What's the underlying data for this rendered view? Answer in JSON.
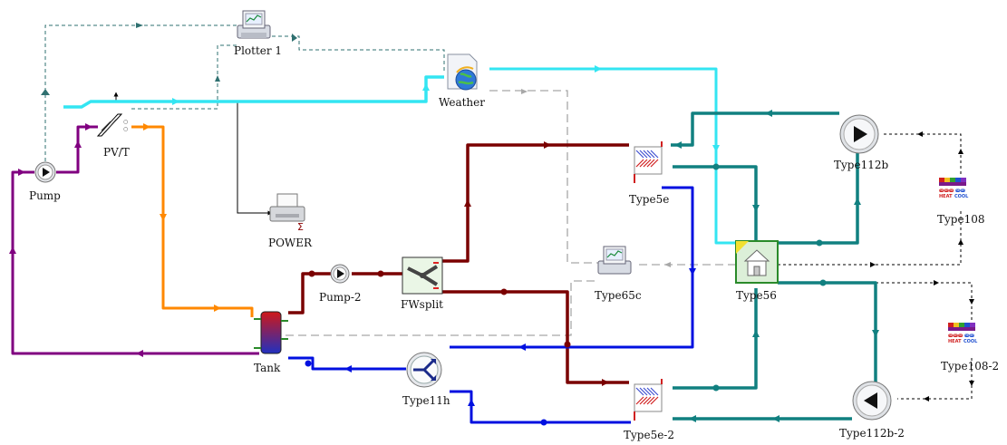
{
  "colors": {
    "pvt_loop": "#800080",
    "hot_supply": "#ff8800",
    "weather_bus": "#33e5f2",
    "dhw_hot": "#7a0000",
    "return_cold": "#0010e0",
    "zone_loop": "#118080",
    "signal": "#2f7070",
    "signal_black": "#000000",
    "signal_grey": "#a8a8a8"
  },
  "components": {
    "plotter1": {
      "label": "Plotter 1",
      "icon": "plotter-icon"
    },
    "weather": {
      "label": "Weather",
      "icon": "weather-icon"
    },
    "pvt": {
      "label": "PV/T",
      "icon": "pvt-collector-icon"
    },
    "pump": {
      "label": "Pump",
      "icon": "pump-icon"
    },
    "power": {
      "label": "POWER",
      "icon": "printer-icon"
    },
    "pump2": {
      "label": "Pump-2",
      "icon": "pump-icon"
    },
    "fwsplit": {
      "label": "FWsplit",
      "icon": "diverter-icon"
    },
    "tank": {
      "label": "Tank",
      "icon": "storage-tank-icon"
    },
    "type11h": {
      "label": "Type11h",
      "icon": "mixer-icon"
    },
    "type5e": {
      "label": "Type5e",
      "icon": "heat-exchanger-icon"
    },
    "type5e2": {
      "label": "Type5e-2",
      "icon": "heat-exchanger-icon"
    },
    "type65c": {
      "label": "Type65c",
      "icon": "plotter-icon"
    },
    "type56": {
      "label": "Type56",
      "icon": "building-icon"
    },
    "type112b": {
      "label": "Type112b",
      "icon": "fan-coil-pump-icon"
    },
    "type112b2": {
      "label": "Type112b-2",
      "icon": "fan-coil-pump-icon"
    },
    "type108": {
      "label": "Type108",
      "icon": "thermostat-icon",
      "heat": "HEAT",
      "cool": "COOL"
    },
    "type1082": {
      "label": "Type108-2",
      "icon": "thermostat-icon",
      "heat": "HEAT",
      "cool": "COOL"
    }
  }
}
